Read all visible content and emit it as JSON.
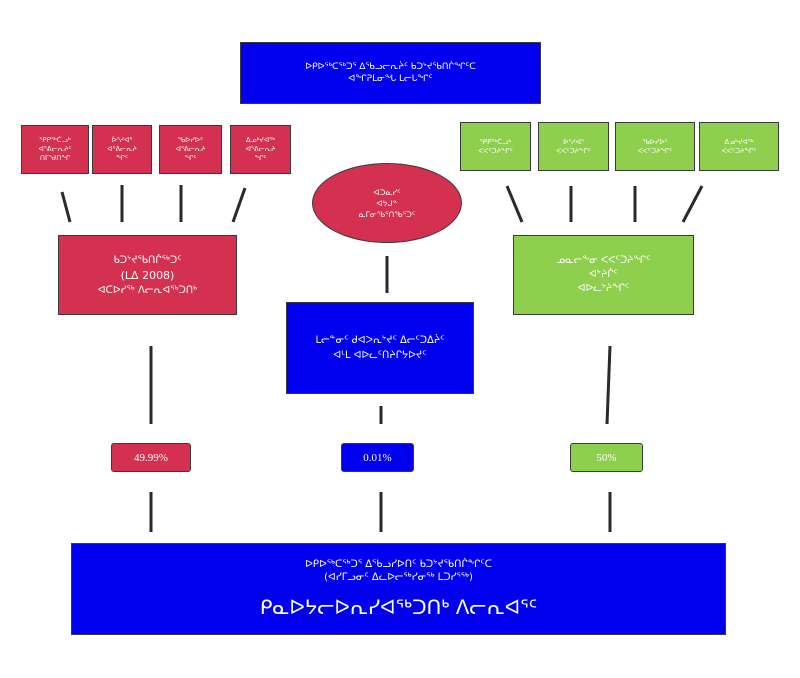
{
  "top_box": {
    "line1": "ᐅᑭᐅᖅᑕᖅᑐᕐ ᐃᖃᓗᓕᕆᔩᑦ ᑲᑐᔾᔪᖃᑎᒌᖏᑦᑕ",
    "line2": "ᐊᖏᕈᒪᓂᖓ ᒪᓕᒐᖏᑦ"
  },
  "left_small": [
    {
      "l1": "ᕿᑭᖅᑖᓗᒃ",
      "l2": "ᐊᕐᕕᓕᕆᔨᑦ",
      "l3": "ᑎᒥᖁᑎᖏ"
    },
    {
      "l1": "ᐆᕐᓱᐊᕐ",
      "l2": "ᐊᕐᕕᓕᕆᔨ",
      "l3": "ᖏᑦ"
    },
    {
      "l1": "ᖃᐅᓯᐅᑦ",
      "l2": "ᐊᕐᕕᓕᕆᔨ",
      "l3": "ᖏᑦ"
    },
    {
      "l1": "ᐃᓄᒃᔪᐊᖅ",
      "l2": "ᐊᕐᕕᓕᕆᔨ",
      "l3": "ᖏᑦ"
    }
  ],
  "right_small": [
    {
      "l1": "ᕿᑭᖅᑖᓗᒃ",
      "l2": "ᐸᐸᑦᑐᔨᖏᑦ"
    },
    {
      "l1": "ᐆᕐᓱᐊᕐ",
      "l2": "ᐸᐸᑦᑐᔨᖏᑦ"
    },
    {
      "l1": "ᖃᐅᓯᐅᑦ",
      "l2": "ᐸᐸᑦᑐᔨᖏᑦ"
    },
    {
      "l1": "ᐃᓄᒃᔪᐊᖅ",
      "l2": "ᐸᐸᑦᑐᔨᖏᑦ"
    }
  ],
  "left_mid": {
    "line1": "ᑲᑐᔾᔪᖃᑎᒌᖅᑐᑦ",
    "line2": "(ᒪᐃ 2008)",
    "line3": "ᐊᑕᐅᓯᖅ ᐱᓕᕆᐊᖅᑐᑎᒃ"
  },
  "ellipse": {
    "line1": "ᐊᑐᓇᓯᑦ",
    "line2": "ᐊᔭᒍᓐ",
    "line3": "ᓇᒥᓂᖃᕐᑎᖃᕐᑐᑦ"
  },
  "right_mid": {
    "line1": "ᓄᓇᓕᖕᓂ ᐸᐸᑦᑐᔨᖏᑦ",
    "line2": "ᐊᔾᔨᒌᑦ",
    "line3": "ᐊᐅᓚᔾᔨᖏᑦ"
  },
  "center_mid": {
    "line1": "ᒪᓕᓐᓂᑦ ᑯᐊᐳᕆᔾᔪᑦ ᐃᓕᑦᑐᐃᔩᑦ",
    "line2": "ᐊᒻᒪ ᐊᐅᓚᑦᑎᔨᒋᔭᐅᔪᑦ"
  },
  "pct_left": "49.99%",
  "pct_center": "0.01%",
  "pct_right": "50%",
  "bottom_box": {
    "line1": "ᐅᑭᐅᖅᑕᖅᑐᕐ ᐃᖃᓗᓯᐅᑎᑦ ᑲᑐᔾᔪᖃᑎᒌᖏᑦᑕ",
    "line2": "(ᐊᓯᒥᓗᓂᑦ ᐃᓚᐅᓕᖅᓯᓂᖅ ᒪᑐᓯᕐᖅ)",
    "line3": "ᑭᓇᐅᔭᓕᐅᕆᓯᐊᖅᑐᑎᒃ ᐱᓕᕆᐊᕐᑦ"
  }
}
